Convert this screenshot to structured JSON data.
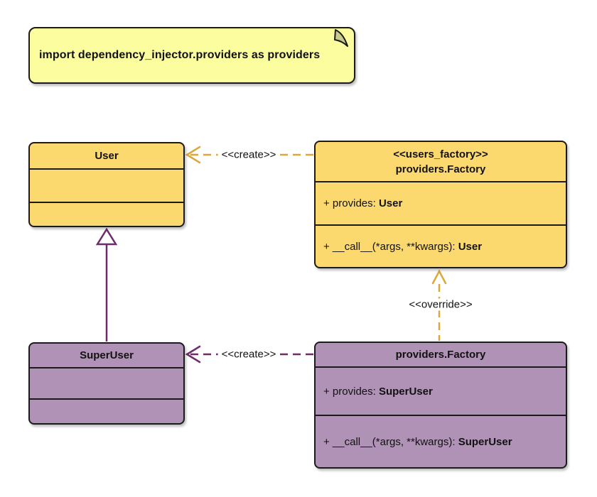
{
  "note": {
    "text": "import dependency_injector.providers as providers"
  },
  "classes": {
    "user": {
      "name": "User"
    },
    "users_factory": {
      "stereotype": "<<users_factory>>",
      "name": "providers.Factory",
      "provides_label": "+ provides:",
      "provides_type": "User",
      "call_label": "+ __call__(*args, **kwargs):",
      "call_type": "User"
    },
    "super_user": {
      "name": "SuperUser"
    },
    "super_user_factory": {
      "name": "providers.Factory",
      "provides_label": "+ provides:",
      "provides_type": "SuperUser",
      "call_label": "+ __call__(*args, **kwargs):",
      "call_type": "SuperUser"
    }
  },
  "edges": {
    "create_user": "<<create>>",
    "create_super_user": "<<create>>",
    "override": "<<override>>"
  },
  "colors": {
    "background": "#FFFFFF",
    "class_yellow": "#FCD96F",
    "class_purple": "#B192B7",
    "note_fill": "#FCFD9F",
    "note_fold": "#C9CA8E",
    "line_gold": "#D9A93B",
    "line_purple": "#6C2D6B",
    "border_black": "#1B1B1B",
    "text_black": "#111111"
  }
}
